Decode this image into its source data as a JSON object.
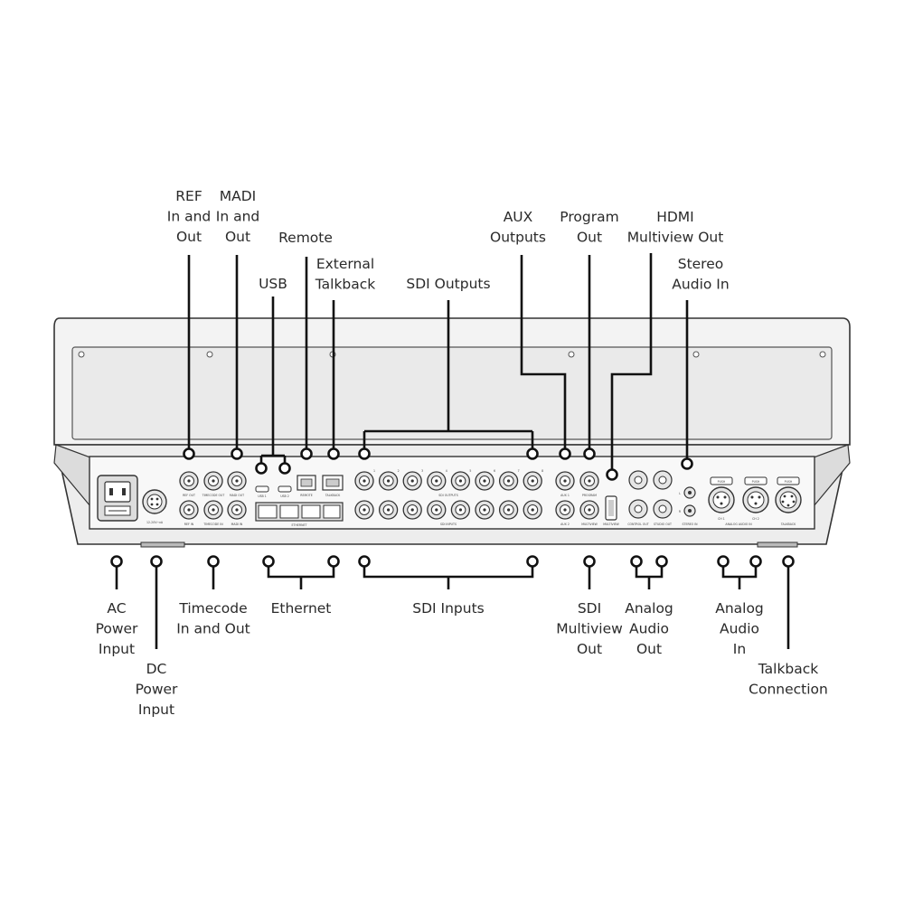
{
  "labels": {
    "ref": [
      "REF",
      "In and",
      "Out"
    ],
    "madi": [
      "MADI",
      "In and",
      "Out"
    ],
    "remote": [
      "Remote"
    ],
    "usb": [
      "USB"
    ],
    "external_talkback": [
      "External",
      "Talkback"
    ],
    "sdi_outputs": [
      "SDI Outputs"
    ],
    "aux_outputs": [
      "AUX",
      "Outputs"
    ],
    "program_out": [
      "Program",
      "Out"
    ],
    "hdmi_multiview_out": [
      "HDMI",
      "Multiview Out"
    ],
    "stereo_audio_in": [
      "Stereo",
      "Audio In"
    ],
    "ac_power_input": [
      "AC",
      "Power",
      "Input"
    ],
    "dc_power_input": [
      "DC",
      "Power",
      "Input"
    ],
    "timecode": [
      "Timecode",
      "In and Out"
    ],
    "ethernet": [
      "Ethernet"
    ],
    "sdi_inputs": [
      "SDI Inputs"
    ],
    "sdi_multiview_out": [
      "SDI",
      "Multiview",
      "Out"
    ],
    "analog_audio_out": [
      "Analog",
      "Audio",
      "Out"
    ],
    "analog_audio_in": [
      "Analog",
      "Audio",
      "In"
    ],
    "talkback_connection": [
      "Talkback",
      "Connection"
    ]
  },
  "panel_print": {
    "ref_out": "REF OUT",
    "timecode_out": "TIMECODE OUT",
    "madi_out": "MADI OUT",
    "ref_in": "REF IN",
    "timecode_in": "TIMECODE IN",
    "madi_in": "MADI IN",
    "dc": "12-20V⎓xA",
    "usb1": "USB 1",
    "usb2": "USB 2",
    "remote": "REMOTE",
    "talkback": "TALKBACK",
    "ethernet": "ETHERNET",
    "sdi_outputs": "SDI OUTPUTS",
    "sdi_inputs": "SDI INPUTS",
    "aux1": "AUX 1",
    "program": "PROGRAM",
    "aux2": "AUX 2",
    "multiview": "MULTIVIEW",
    "multiview_hdmi": "MULTIVIEW",
    "control_out": "CONTROL OUT",
    "studio_out": "STUDIO OUT",
    "stereo_in": "STEREO IN",
    "ch_l": "L",
    "ch_r": "R",
    "push": "PUSH",
    "ch1": "CH 1",
    "ch2": "CH 2",
    "analog_audio_in": "ANALOG AUDIO IN",
    "talkback_xlr": "TALKBACK",
    "port_numbers": [
      "1",
      "2",
      "3",
      "4",
      "5",
      "6",
      "7",
      "8"
    ]
  }
}
